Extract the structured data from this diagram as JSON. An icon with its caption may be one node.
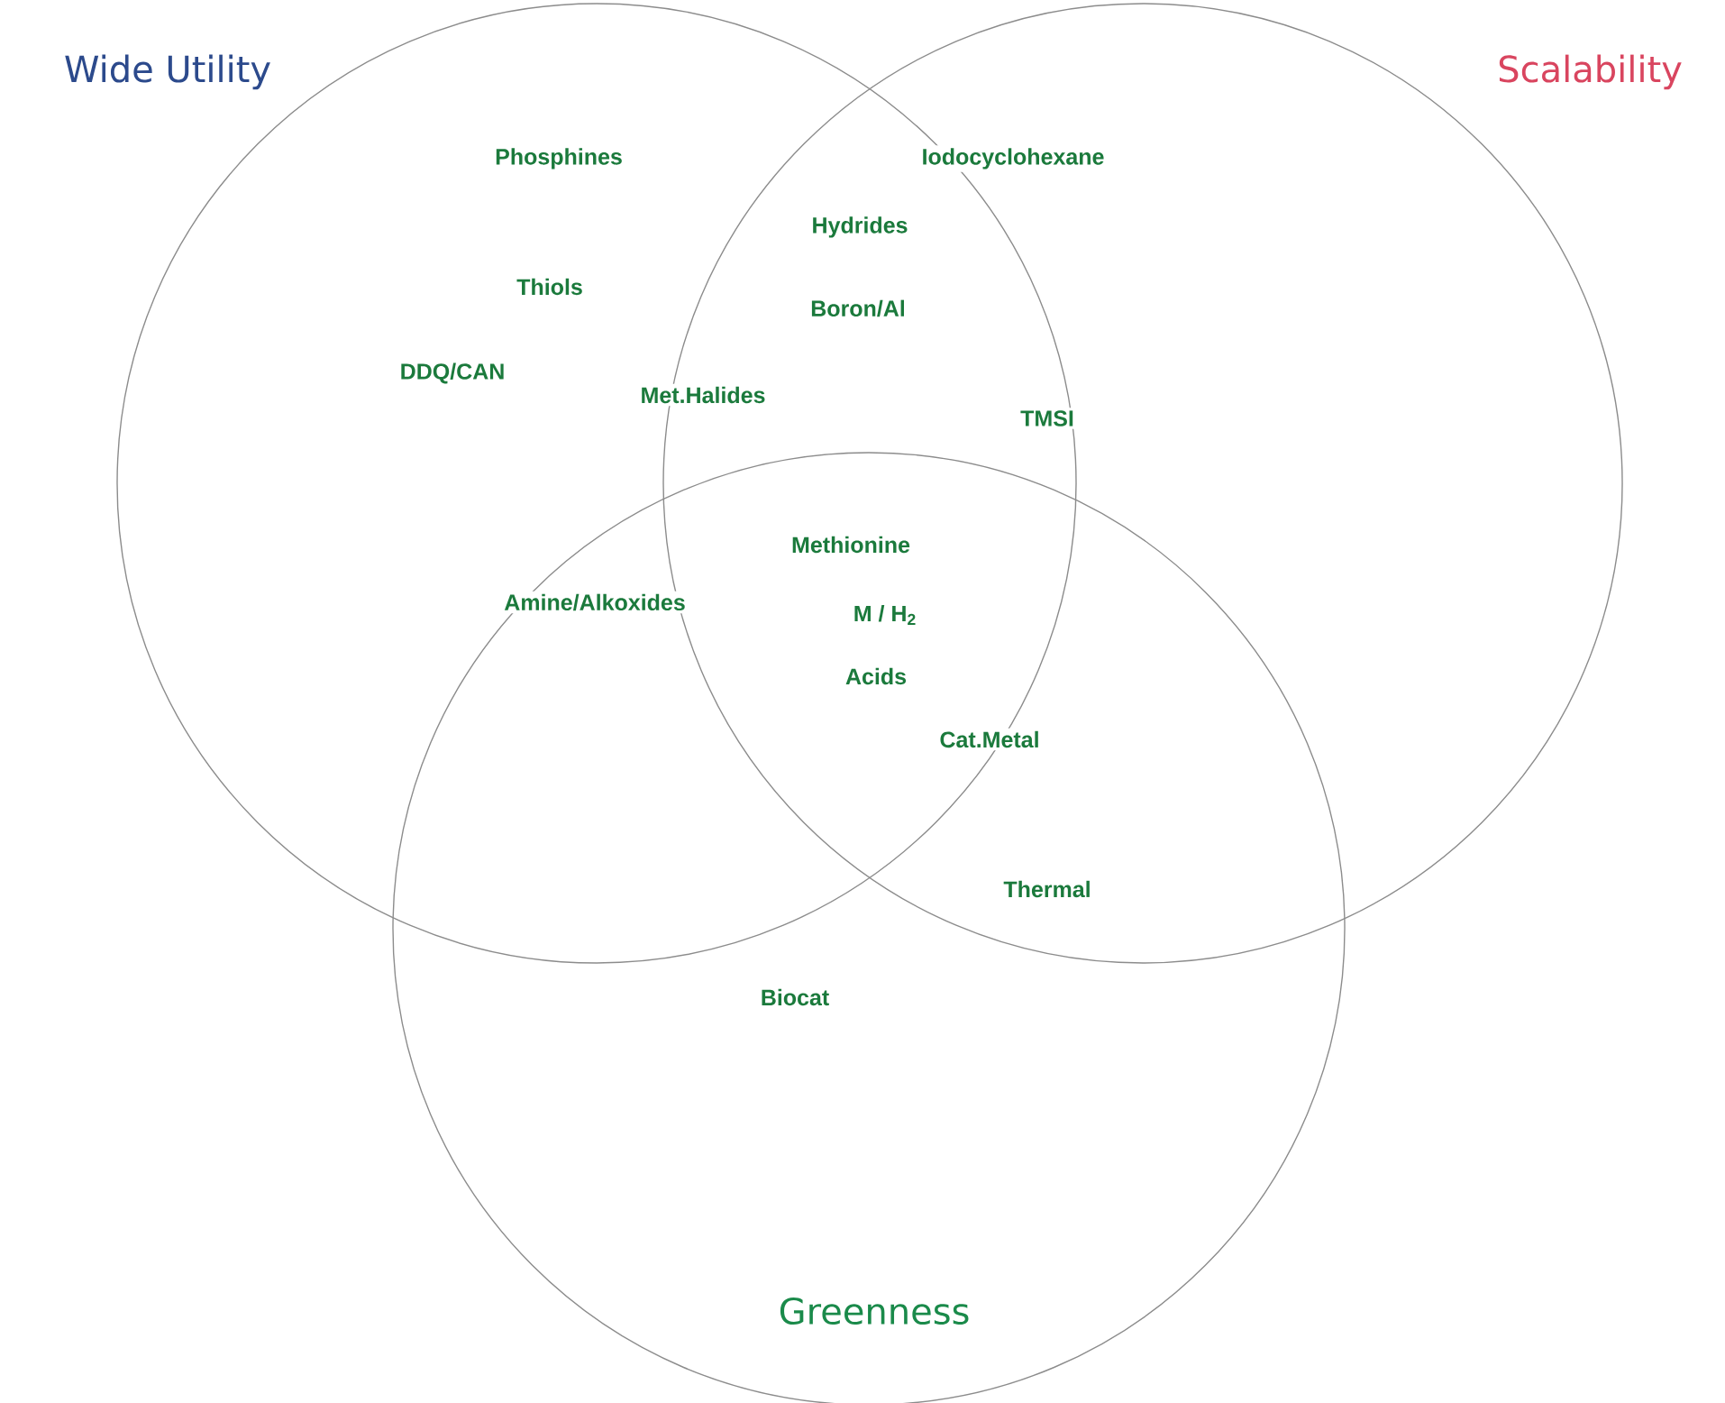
{
  "diagram": {
    "nodes": [
      {
        "text": [
          "Wide Utility"
        ]
      },
      {
        "text": [
          "Scalability"
        ]
      },
      {
        "text": [
          "Greenness"
        ]
      }
    ],
    "labels": [
      "Phosphines",
      "Iodocyclohexane",
      "Hydrides",
      "Thiols",
      "Boron/Al",
      "DDQ/CAN",
      "Met.Halides",
      "TMSI",
      "Methionine",
      "Amine/Alkoxides",
      "M / H$_{2}$",
      "Acids",
      "Cat.Metal",
      "Thermal",
      "Biocat"
    ]
  }
}
